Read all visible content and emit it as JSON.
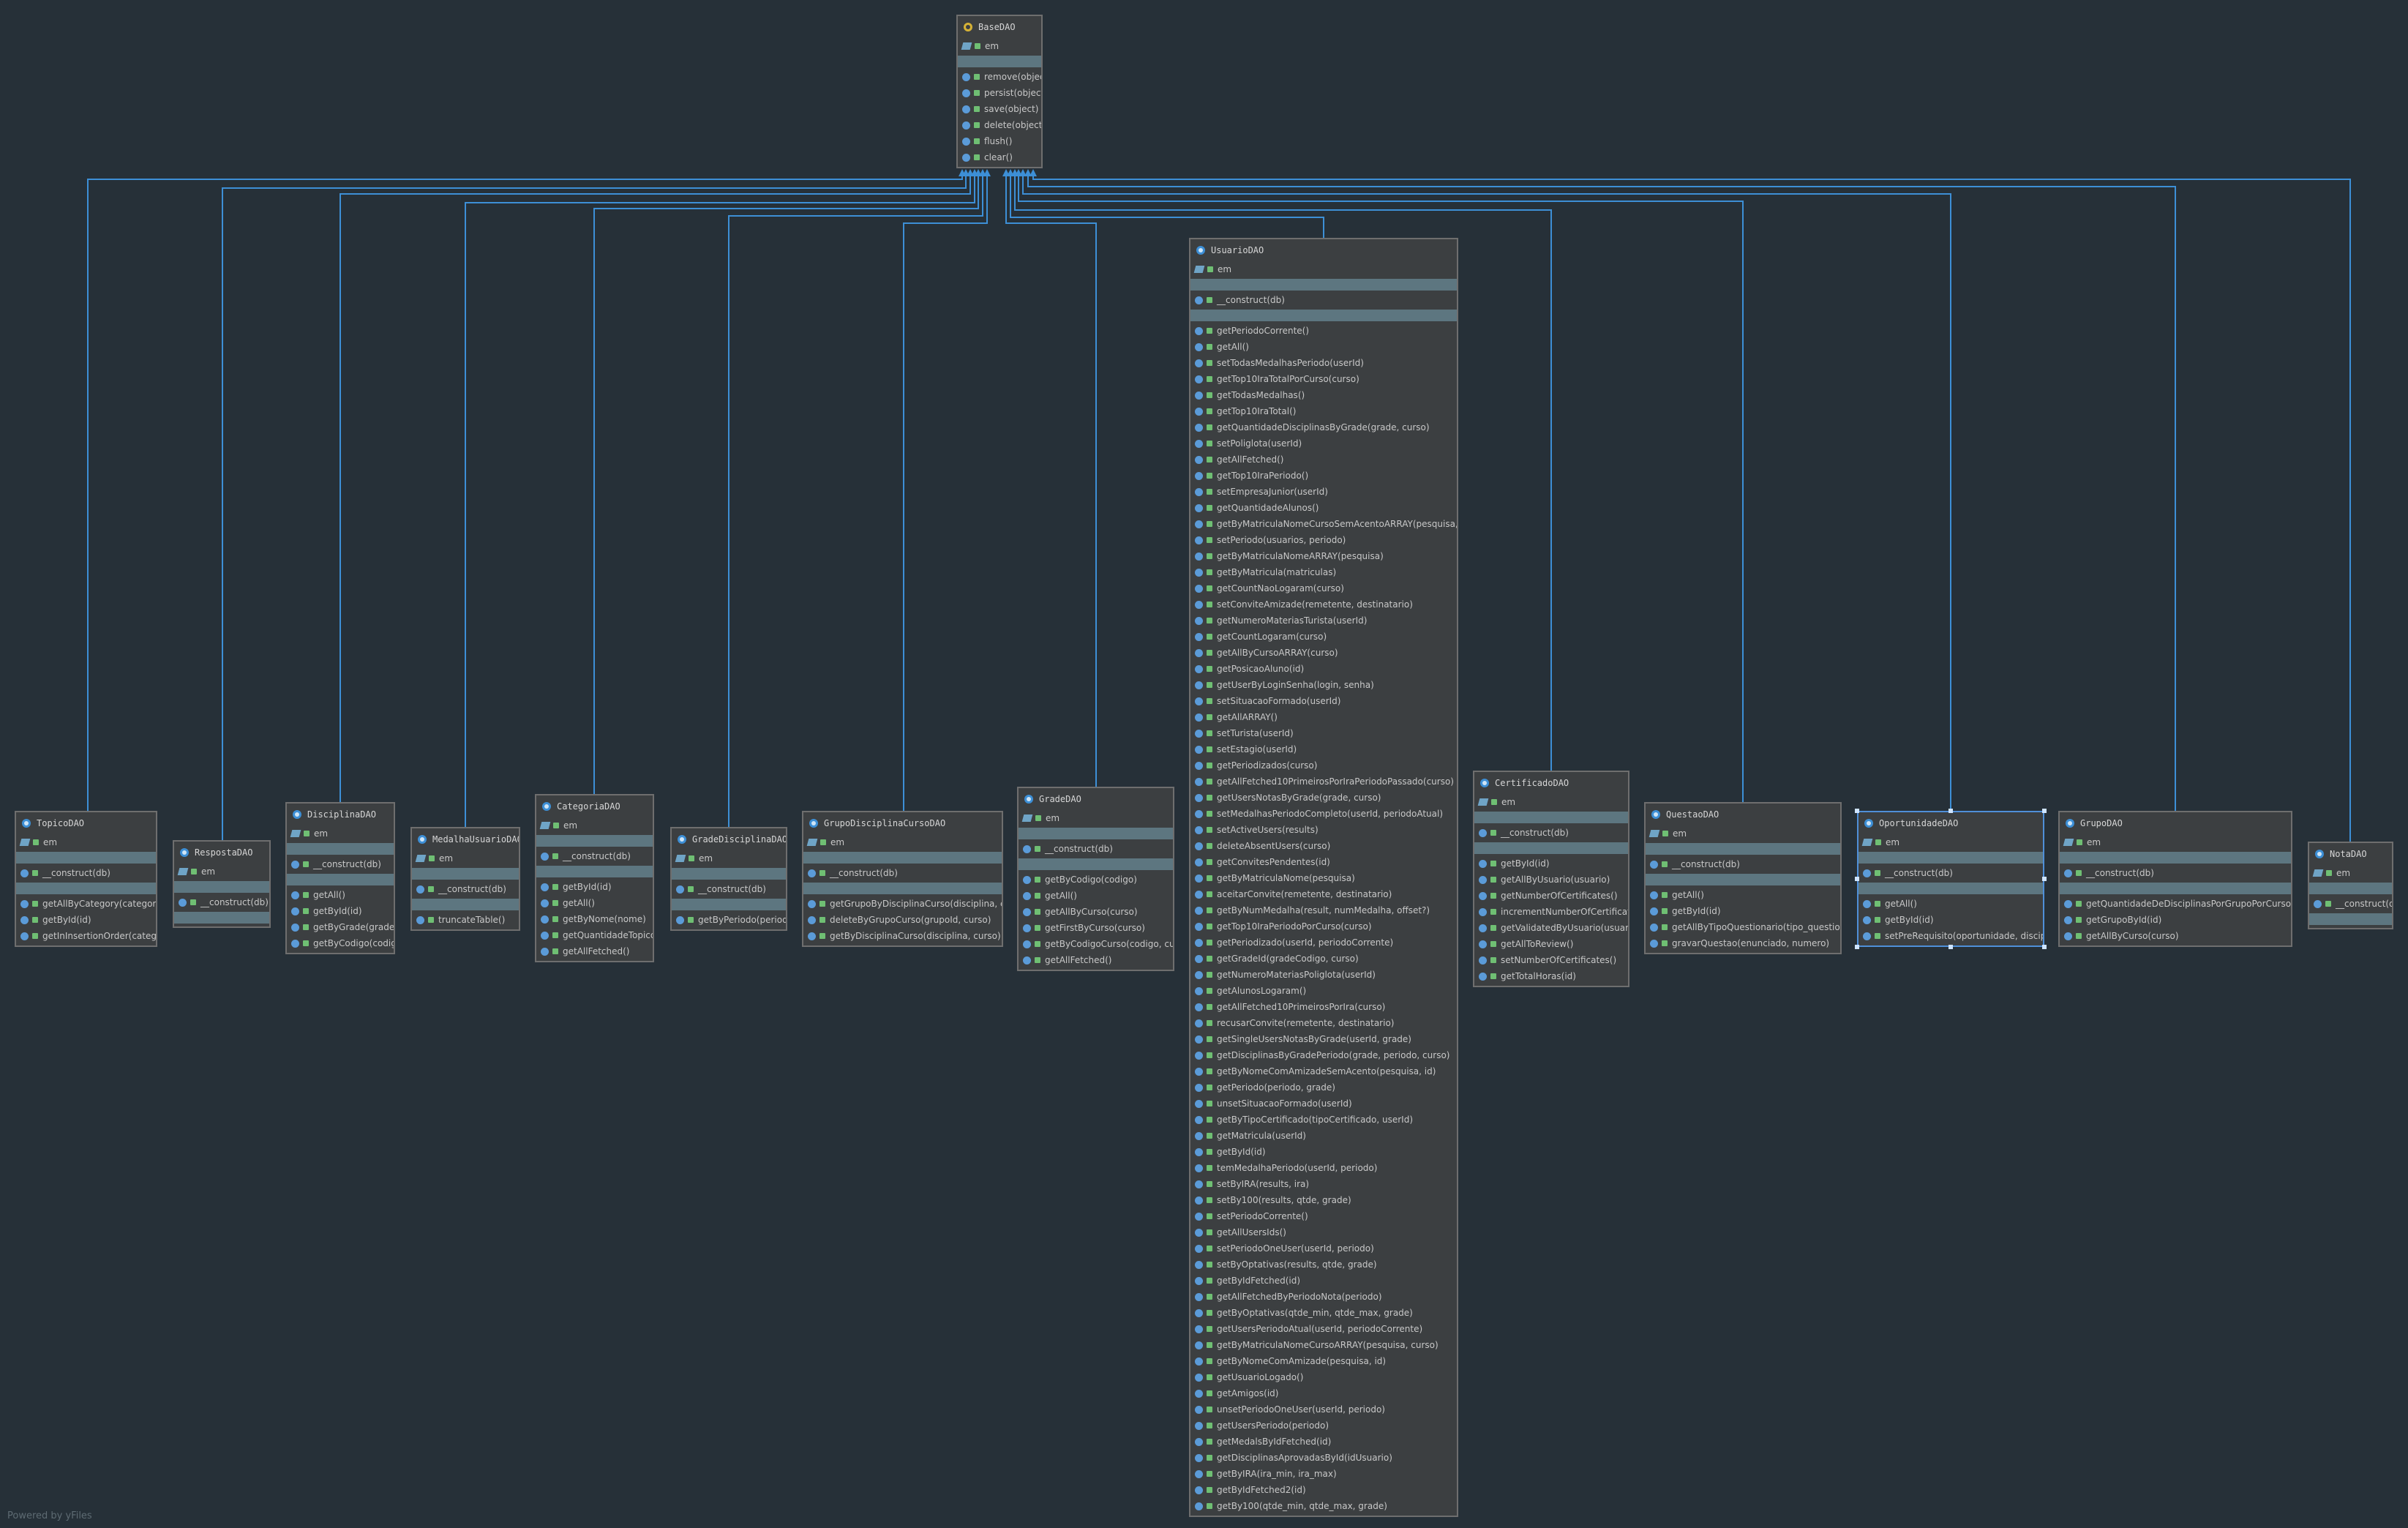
{
  "watermark": "Powered by yFiles",
  "colors": {
    "background": "#263038",
    "edge": "#3d8fd6",
    "node_fill": "#3c3f41",
    "section_separator": "#5d7680",
    "selected_border": "#4f8fd8"
  },
  "classes": [
    {
      "name": "BaseDAO",
      "abstract": true,
      "fields": [
        "em"
      ],
      "methods": [
        "remove(object)",
        "persist(object)",
        "save(object)",
        "delete(object)",
        "flush()",
        "clear()"
      ]
    },
    {
      "name": "UsuarioDAO",
      "fields": [
        "em"
      ],
      "constructors": [
        "__construct(db)"
      ],
      "methods": [
        "getPeriodoCorrente()",
        "getAll()",
        "setTodasMedalhasPeriodo(userId)",
        "getTop10IraTotalPorCurso(curso)",
        "getTodasMedalhas()",
        "getTop10IraTotal()",
        "getQuantidadeDisciplinasByGrade(grade, curso)",
        "setPoliglota(userId)",
        "getAllFetched()",
        "getTop10IraPeriodo()",
        "setEmpresaJunior(userId)",
        "getQuantidadeAlunos()",
        "getByMatriculaNomeCursoSemAcentoARRAY(pesquisa, curso)",
        "setPeriodo(usuarios, periodo)",
        "getByMatriculaNomeARRAY(pesquisa)",
        "getByMatricula(matriculas)",
        "getCountNaoLogaram(curso)",
        "setConviteAmizade(remetente, destinatario)",
        "getNumeroMateriasTurista(userId)",
        "getCountLogaram(curso)",
        "getAllByCursoARRAY(curso)",
        "getPosicaoAluno(id)",
        "getUserByLoginSenha(login, senha)",
        "setSituacaoFormado(userId)",
        "getAllARRAY()",
        "setTurista(userId)",
        "setEstagio(userId)",
        "getPeriodizados(curso)",
        "getAllFetched10PrimeirosPorIraPeriodoPassado(curso)",
        "getUsersNotasByGrade(grade, curso)",
        "setMedalhasPeriodoCompleto(userId, periodoAtual)",
        "setActiveUsers(results)",
        "deleteAbsentUsers(curso)",
        "getConvitesPendentes(id)",
        "getByMatriculaNome(pesquisa)",
        "aceitarConvite(remetente, destinatario)",
        "getByNumMedalha(result, numMedalha, offset?)",
        "getTop10IraPeriodoPorCurso(curso)",
        "getPeriodizado(userId, periodoCorrente)",
        "getGradeId(gradeCodigo, curso)",
        "getNumeroMateriasPoliglota(userId)",
        "getAlunosLogaram()",
        "getAllFetched10PrimeirosPorIra(curso)",
        "recusarConvite(remetente, destinatario)",
        "getSingleUsersNotasByGrade(userId, grade)",
        "getDisciplinasByGradePeriodo(grade, periodo, curso)",
        "getByNomeComAmizadeSemAcento(pesquisa, id)",
        "getPeriodo(periodo, grade)",
        "unsetSituacaoFormado(userId)",
        "getByTipoCertificado(tipoCertificado, userId)",
        "getMatricula(userId)",
        "getById(id)",
        "temMedalhaPeriodo(userId, periodo)",
        "setByIRA(results, ira)",
        "setBy100(results, qtde, grade)",
        "setPeriodoCorrente()",
        "getAllUsersIds()",
        "setPeriodoOneUser(userId, periodo)",
        "setByOptativas(results, qtde, grade)",
        "getByIdFetched(id)",
        "getAllFetchedByPeriodoNota(periodo)",
        "getByOptativas(qtde_min, qtde_max, grade)",
        "getUsersPeriodoAtual(userId, periodoCorrente)",
        "getByMatriculaNomeCursoARRAY(pesquisa, curso)",
        "getByNomeComAmizade(pesquisa, id)",
        "getUsuarioLogado()",
        "getAmigos(id)",
        "unsetPeriodoOneUser(userId, periodo)",
        "getUsersPeriodo(periodo)",
        "getMedalsByIdFetched(id)",
        "getDisciplinasAprovadasById(idUsuario)",
        "getByIRA(ira_min, ira_max)",
        "getByIdFetched2(id)",
        "getBy100(qtde_min, qtde_max, grade)"
      ]
    },
    {
      "name": "TopicoDAO",
      "fields": [
        "em"
      ],
      "constructors": [
        "__construct(db)"
      ],
      "methods": [
        "getAllByCategory(categoria)",
        "getById(id)",
        "getInInsertionOrder(categoria)"
      ]
    },
    {
      "name": "RespostaDAO",
      "fields": [
        "em"
      ],
      "constructors": [
        "__construct(db)"
      ],
      "methods": []
    },
    {
      "name": "DisciplinaDAO",
      "fields": [
        "em"
      ],
      "constructors": [
        "__construct(db)"
      ],
      "methods": [
        "getAll()",
        "getById(id)",
        "getByGrade(grade)",
        "getByCodigo(codigo)"
      ]
    },
    {
      "name": "MedalhaUsuarioDAO",
      "fields": [
        "em"
      ],
      "constructors": [
        "__construct(db)"
      ],
      "methods": [
        "truncateTable()"
      ]
    },
    {
      "name": "CategoriaDAO",
      "fields": [
        "em"
      ],
      "constructors": [
        "__construct(db)"
      ],
      "methods": [
        "getById(id)",
        "getAll()",
        "getByNome(nome)",
        "getQuantidadeTopicos()",
        "getAllFetched()"
      ]
    },
    {
      "name": "GradeDisciplinaDAO",
      "fields": [
        "em"
      ],
      "constructors": [
        "__construct(db)"
      ],
      "methods": [
        "getByPeriodo(periodo)"
      ]
    },
    {
      "name": "GrupoDisciplinaCursoDAO",
      "fields": [
        "em"
      ],
      "constructors": [
        "__construct(db)"
      ],
      "methods": [
        "getGrupoByDisciplinaCurso(disciplina, curso)",
        "deleteByGrupoCurso(grupoId, curso)",
        "getByDisciplinaCurso(disciplina, curso)"
      ]
    },
    {
      "name": "GradeDAO",
      "fields": [
        "em"
      ],
      "constructors": [
        "__construct(db)"
      ],
      "methods": [
        "getByCodigo(codigo)",
        "getAll()",
        "getAllByCurso(curso)",
        "getFirstByCurso(curso)",
        "getByCodigoCurso(codigo, curso)",
        "getAllFetched()"
      ]
    },
    {
      "name": "CertificadoDAO",
      "fields": [
        "em"
      ],
      "constructors": [
        "__construct(db)"
      ],
      "methods": [
        "getById(id)",
        "getAllByUsuario(usuario)",
        "getNumberOfCertificates()",
        "incrementNumberOfCertificates()",
        "getValidatedByUsuario(usuario)",
        "getAllToReview()",
        "setNumberOfCertificates()",
        "getTotalHoras(id)"
      ]
    },
    {
      "name": "QuestaoDAO",
      "fields": [
        "em"
      ],
      "constructors": [
        "__construct(db)"
      ],
      "methods": [
        "getAll()",
        "getById(id)",
        "getAllByTipoQuestionario(tipo_questionario)",
        "gravarQuestao(enunciado, numero)"
      ]
    },
    {
      "name": "OportunidadeDAO",
      "fields": [
        "em"
      ],
      "constructors": [
        "__construct(db)"
      ],
      "methods": [
        "getAll()",
        "getById(id)",
        "setPreRequisito(oportunidade, disciplina)"
      ]
    },
    {
      "name": "GrupoDAO",
      "fields": [
        "em"
      ],
      "constructors": [
        "__construct(db)"
      ],
      "methods": [
        "getQuantidadeDeDisciplinasPorGrupoPorCurso(curso)",
        "getGrupoById(id)",
        "getAllByCurso(curso)"
      ]
    },
    {
      "name": "NotaDAO",
      "fields": [
        "em"
      ],
      "constructors": [
        "__construct(db)"
      ],
      "methods": []
    }
  ]
}
